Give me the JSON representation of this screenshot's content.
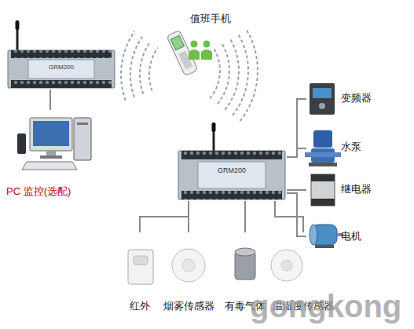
{
  "diagram": {
    "nodes": [
      {
        "text": [
          "GRM200"
        ]
      },
      {
        "text": [
          "PC 监控(选配)"
        ]
      },
      {
        "text": [
          "值班手机"
        ]
      },
      {
        "text": [
          "GRM200"
        ]
      },
      {
        "text": [
          "变频器"
        ]
      },
      {
        "text": [
          "水泵"
        ]
      },
      {
        "text": [
          "继电器"
        ]
      },
      {
        "text": [
          "电机"
        ]
      },
      {
        "text": [
          "红外"
        ]
      },
      {
        "text": [
          "烟雾传感器"
        ]
      },
      {
        "text": [
          "有毒气体"
        ]
      },
      {
        "text": [
          "温湿度传感器"
        ]
      }
    ],
    "edges": [
      {
        "from": 0,
        "to": 1,
        "arrow": "none"
      },
      {
        "from": 3,
        "to": 4,
        "arrow": "none"
      },
      {
        "from": 3,
        "to": 5,
        "arrow": "none"
      },
      {
        "from": 3,
        "to": 6,
        "arrow": "none"
      },
      {
        "from": 3,
        "to": 7,
        "arrow": "none"
      },
      {
        "from": 3,
        "to": 8,
        "arrow": "none"
      },
      {
        "from": 3,
        "to": 9,
        "arrow": "none"
      },
      {
        "from": 3,
        "to": 10,
        "arrow": "none"
      },
      {
        "from": 3,
        "to": 11,
        "arrow": "none"
      }
    ],
    "labels": [
      "gongkong"
    ]
  }
}
